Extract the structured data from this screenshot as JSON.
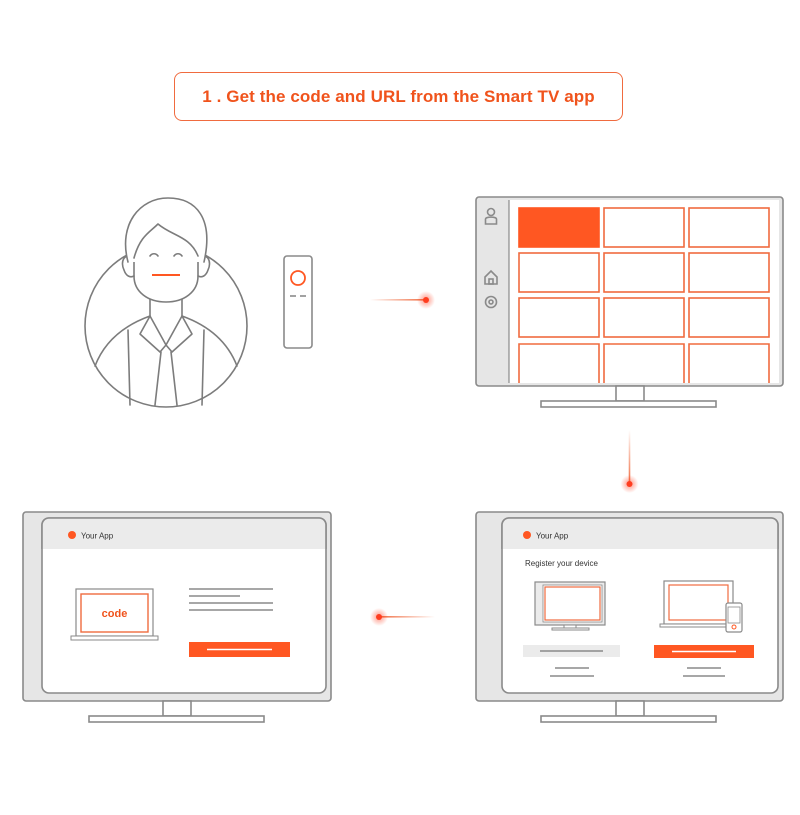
{
  "header": {
    "step_title": "1 . Get the code and URL from the Smart TV app"
  },
  "screen_register": {
    "app_name": "Your App",
    "heading": "Register your device"
  },
  "screen_code": {
    "app_name": "Your App",
    "code_label": "code"
  },
  "colors": {
    "accent": "#ff5722",
    "line": "#8a8a8a",
    "tv_bezel": "#e6e6e6"
  },
  "icons": [
    "person-icon",
    "home-icon",
    "settings-icon",
    "remote-control-icon"
  ]
}
